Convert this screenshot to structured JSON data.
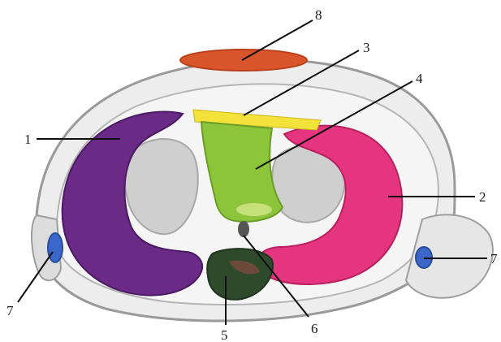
{
  "labels": {
    "l1": "1",
    "l2": "2",
    "l3": "3",
    "l4": "4",
    "l5": "5",
    "l6": "6",
    "l7_left": "7",
    "l7_right": "7",
    "l8": "8"
  },
  "colors": {
    "region_1": "#6a2a86",
    "region_2": "#e6357f",
    "region_3": "#f3e23a",
    "region_4": "#8cc43a",
    "region_5": "#2f4a2a",
    "region_6": "#555555",
    "region_7": "#3a67c9",
    "region_8": "#d9552b"
  }
}
